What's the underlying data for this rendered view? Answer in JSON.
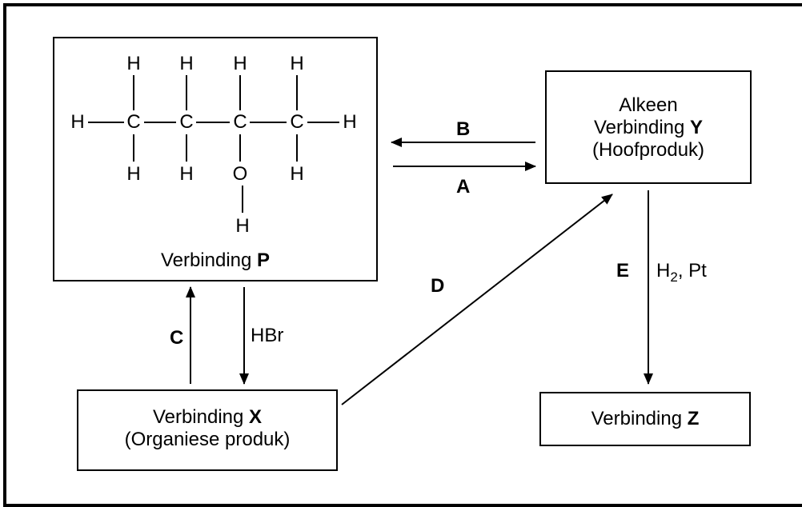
{
  "compound_p": {
    "name_label": "Verbinding",
    "name_letter": "P",
    "atoms": {
      "h": "H",
      "c": "C",
      "o": "O"
    }
  },
  "compound_y": {
    "line1": "Alkeen",
    "line2_label": "Verbinding",
    "line2_letter": "Y",
    "line3": "(Hoofproduk)"
  },
  "compound_x": {
    "line1_label": "Verbinding",
    "line1_letter": "X",
    "line2": "(Organiese produk)"
  },
  "compound_z": {
    "label": "Verbinding",
    "letter": "Z"
  },
  "arrows": {
    "a": "A",
    "b": "B",
    "c": "C",
    "d": "D",
    "e": "E",
    "hbr": "HBr",
    "h2_h": "H",
    "h2_sub": "2",
    "h2_rest": ", Pt"
  }
}
